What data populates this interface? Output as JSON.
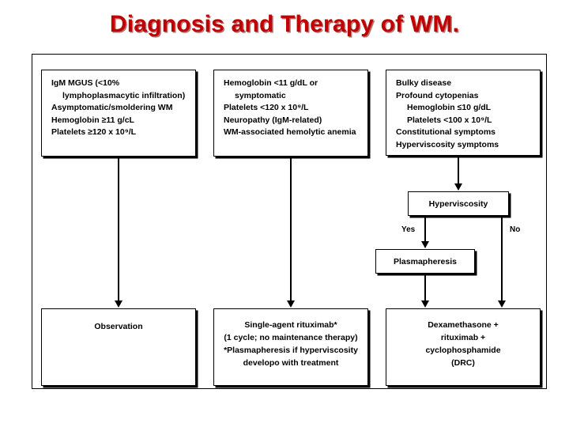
{
  "slide": {
    "title": "Diagnosis and Therapy of WM.",
    "title_color": "#c00000",
    "border_color": "#000000",
    "background": "#ffffff"
  },
  "diagram": {
    "type": "flowchart",
    "criteria_boxes": [
      {
        "id": "indolent",
        "lines": [
          {
            "text": "IgM MGUS (<10%",
            "indent": false
          },
          {
            "text": "lymphoplasmacytic infiltration)",
            "indent": true
          },
          {
            "text": "Asymptomatic/smoldering WM",
            "indent": false
          },
          {
            "text": "Hemoglobin ≥11 g/cL",
            "indent": false
          },
          {
            "text": "Platelets ≥120 x 10⁹/L",
            "indent": false
          }
        ]
      },
      {
        "id": "symptomatic",
        "lines": [
          {
            "text": "Hemoglobin <11 g/dL or",
            "indent": false
          },
          {
            "text": "symptomatic",
            "indent": true
          },
          {
            "text": "Platelets <120 x 10⁹/L",
            "indent": false
          },
          {
            "text": "Neuropathy (IgM-related)",
            "indent": false
          },
          {
            "text": "WM-associated hemolytic anemia",
            "indent": false
          }
        ]
      },
      {
        "id": "aggressive",
        "lines": [
          {
            "text": "Bulky disease",
            "indent": false
          },
          {
            "text": "Profound cytopenias",
            "indent": false
          },
          {
            "text": "Hemoglobin ≤10 g/dL",
            "indent": true
          },
          {
            "text": "Platelets <100 x 10⁹/L",
            "indent": true
          },
          {
            "text": "Constitutional symptoms",
            "indent": false
          },
          {
            "text": "Hyperviscosity symptoms",
            "indent": false
          }
        ]
      }
    ],
    "decision": {
      "id": "hyperviscosity",
      "label": "Hyperviscosity",
      "yes_label": "Yes",
      "no_label": "No"
    },
    "intermediate": {
      "id": "plasmapheresis",
      "label": "Plasmapheresis"
    },
    "treatment_boxes": [
      {
        "id": "observation",
        "lines": [
          "Observation"
        ]
      },
      {
        "id": "rituximab",
        "lines": [
          "Single-agent rituximab*",
          "(1 cycle; no maintenance therapy)",
          "*Plasmapheresis if hyperviscosity",
          "developo with treatment"
        ]
      },
      {
        "id": "drc",
        "lines": [
          "Dexamethasone +",
          "rituximab +",
          "cyclophosphamide",
          "(DRC)"
        ]
      }
    ]
  }
}
